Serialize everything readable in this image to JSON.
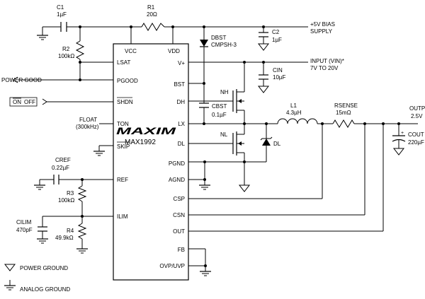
{
  "ic": {
    "logo": "MAXIM",
    "part": "MAX1992",
    "pins_left": {
      "lsat": "LSAT",
      "pgood": "PGOOD",
      "shdn": "SHDN",
      "ton": "TON",
      "skip": "SKIP",
      "ref": "REF",
      "ilim": "ILIM"
    },
    "pins_right": {
      "vplus": "V+",
      "bst": "BST",
      "dh": "DH",
      "lx": "LX",
      "dl": "DL",
      "pgnd": "PGND",
      "agnd": "AGND",
      "csp": "CSP",
      "csn": "CSN",
      "out": "OUT",
      "fb": "FB",
      "ovpuvp": "OVP/UVP"
    },
    "pins_top": {
      "vcc": "VCC",
      "vdd": "VDD"
    }
  },
  "components": {
    "c1": {
      "name": "C1",
      "value": "1µF"
    },
    "r1": {
      "name": "R1",
      "value": "20Ω"
    },
    "c2": {
      "name": "C2",
      "value": "1µF"
    },
    "r2": {
      "name": "R2",
      "value": "100kΩ"
    },
    "dbst": {
      "name": "DBST",
      "part": "CMPSH-3"
    },
    "cin": {
      "name": "CIN",
      "value": "10µF"
    },
    "nh": {
      "name": "NH"
    },
    "cbst": {
      "name": "CBST",
      "value": "0.1µF"
    },
    "l1": {
      "name": "L1",
      "value": "4.3µH"
    },
    "rsense": {
      "name": "RSENSE",
      "value": "15mΩ"
    },
    "cout": {
      "name": "COUT",
      "value": "220µF"
    },
    "nl": {
      "name": "NL"
    },
    "dl": {
      "name": "DL"
    },
    "cref": {
      "name": "CREF",
      "value": "0.22µF"
    },
    "r3": {
      "name": "R3",
      "value": "100kΩ"
    },
    "cilim": {
      "name": "CILIM",
      "value": "470pF"
    },
    "r4": {
      "name": "R4",
      "value": "49.9kΩ"
    }
  },
  "labels": {
    "bias_line1": "+5V BIAS",
    "bias_line2": "SUPPLY",
    "input_line1": "INPUT (VIN)*",
    "input_line2": "7V TO 20V",
    "output_line1": "OUTPUT",
    "output_line2": "2.5V",
    "power_good": "POWER GOOD",
    "on": "ON",
    "off": "OFF",
    "float_line1": "FLOAT",
    "float_line2": "(300kHz)"
  },
  "legend": {
    "power_ground": "POWER GROUND",
    "analog_ground": "ANALOG GROUND"
  }
}
